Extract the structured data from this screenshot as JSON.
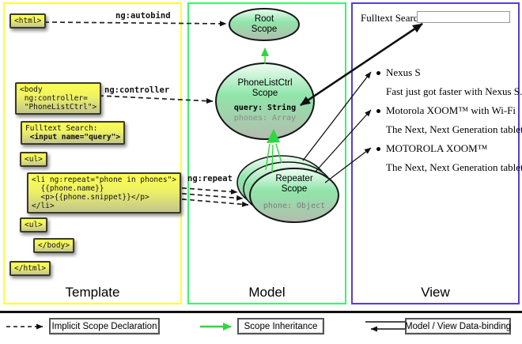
{
  "columns": {
    "template": "Template",
    "model": "Model",
    "view": "View"
  },
  "template": {
    "autobind_label": "ng:autobind",
    "controller_label": "ng:controller",
    "repeat_label": "ng:repeat",
    "html_open": "<html>",
    "body_open": [
      "<body",
      " ng:controller=",
      " \"PhoneListCtrl\">"
    ],
    "fulltext_label": "Fulltext Search:",
    "fulltext_input": " <input name=\"query\">",
    "ul_open": "<ul>",
    "li_repeat": [
      "<li ng:repeat=\"phone in phones\">",
      "  {{phone.name}}",
      "  <p>{{phone.snippet}}</p>",
      "</li>"
    ],
    "ul_close": "<ul>",
    "body_close": "</body>",
    "html_close": "</html>"
  },
  "model": {
    "root_scope": "Root\nScope",
    "phonelist_scope": "PhoneListCtrl\nScope",
    "phonelist_query": "query: String",
    "phonelist_phones": "phones: Array",
    "repeater_scope": "Repeater\nScope",
    "repeater_phone": "phone: Object"
  },
  "view": {
    "search_label": "Fulltext Search:",
    "search_value": "",
    "items": [
      {
        "title": "Nexus S",
        "desc": "Fast just got faster with Nexus S."
      },
      {
        "title": "Motorola XOOM™ with Wi-Fi",
        "desc": "The Next, Next Generation tablet."
      },
      {
        "title": "MOTOROLA XOOM™",
        "desc": "The Next, Next Generation tablet."
      }
    ]
  },
  "legend": {
    "implicit": "Implicit Scope Declaration",
    "inheritance": "Scope Inheritance",
    "databinding": "Model / View Data-binding"
  },
  "colors": {
    "template_border": "#ffff33",
    "model_border": "#3bf56c",
    "view_border": "#5540cc",
    "green_arrow": "#2fd73f",
    "box_fill": "#fcff4e",
    "ellipse_fill": "#90e5aa"
  }
}
